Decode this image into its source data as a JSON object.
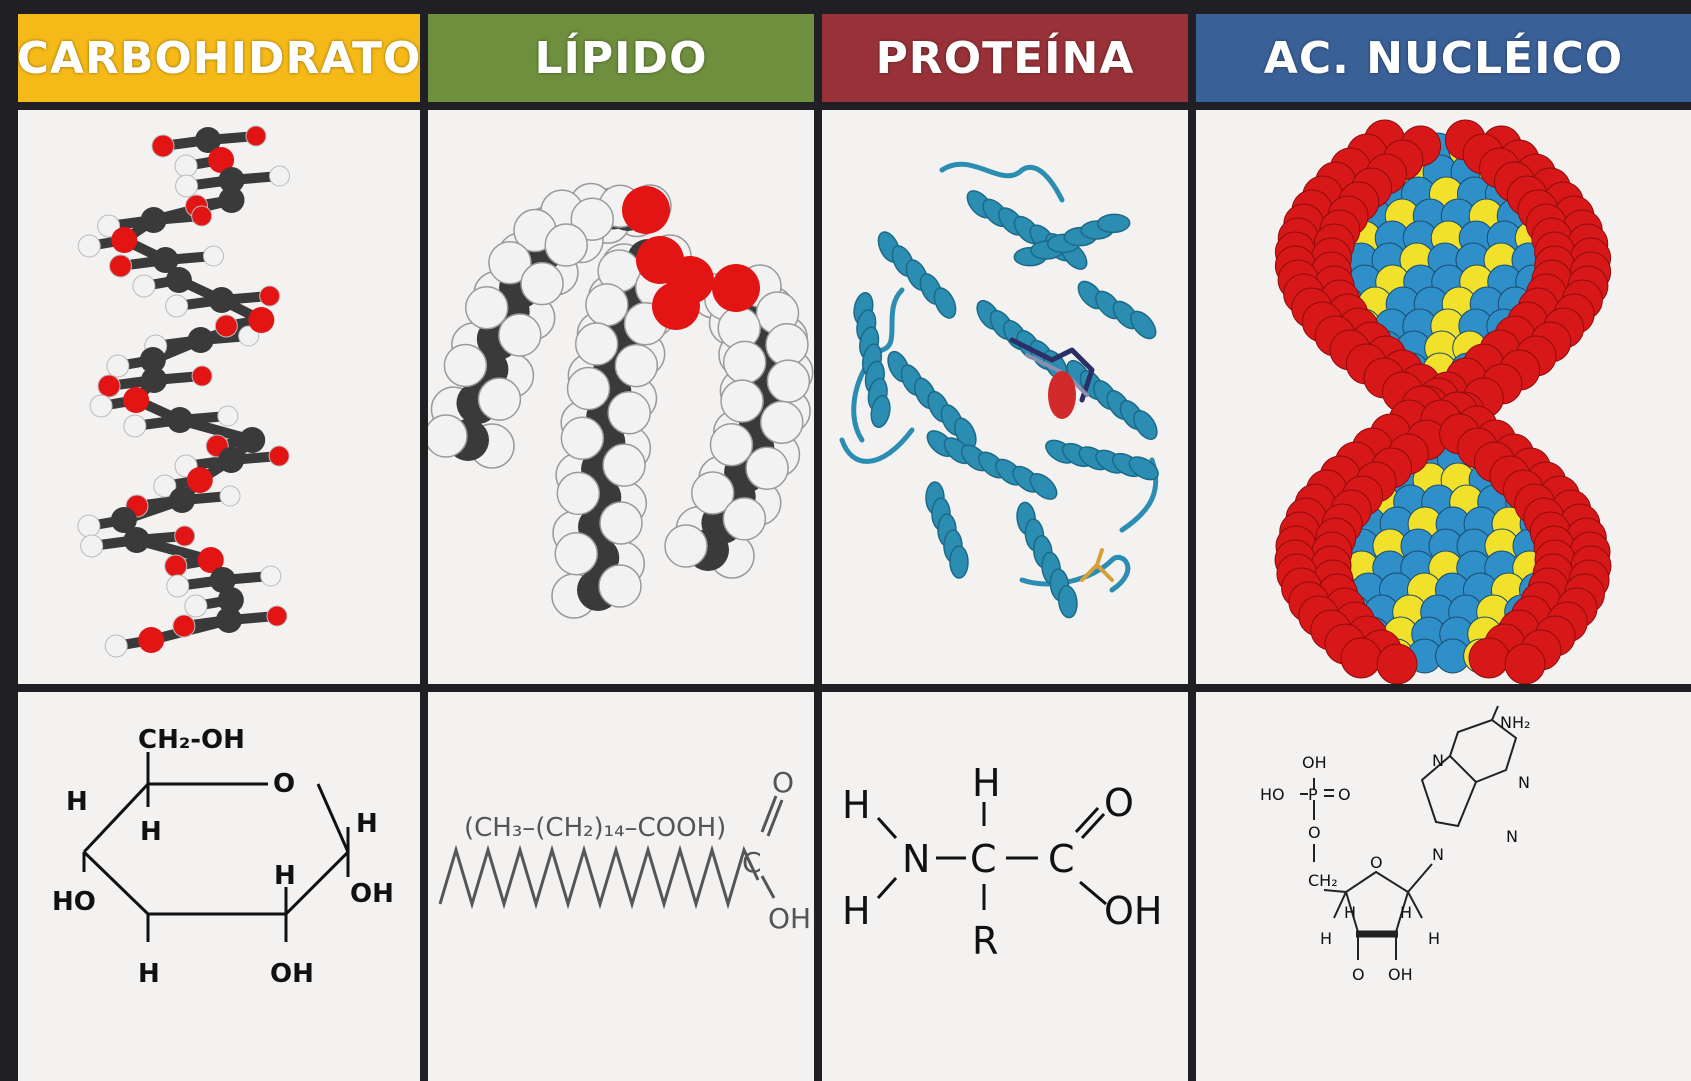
{
  "columns": [
    {
      "id": "carbohidrato",
      "header": "CARBOHIDRATO",
      "color": "#F5BA17"
    },
    {
      "id": "lipido",
      "header": "LÍPIDO",
      "color": "#6E8F3D"
    },
    {
      "id": "proteina",
      "header": "PROTEÍNA",
      "color": "#983238"
    },
    {
      "id": "acido-nucleico",
      "header": "AC. NUCLÉICO",
      "color": "#3A6098"
    }
  ],
  "colors": {
    "grid_line": "#1f1f24",
    "cell_background": "#f4f1f1",
    "carbon": "#3a3a3a",
    "oxygen": "#e31414",
    "hydrogen": "#f2f2f2",
    "ribbon": "#2a8db1",
    "dna_backbone": "#d81818",
    "dna_base_blue": "#2f8fc8",
    "dna_base_yellow": "#f1e12a"
  },
  "formulas": {
    "carbohidrato": {
      "ch2oh": "CH₂-OH",
      "ring_o": "O",
      "h_left": "H",
      "h_c4": "H",
      "h_right": "H",
      "h_c2": "H",
      "ho": "HO",
      "oh_right": "OH",
      "h_bottom": "H",
      "oh_bottom": "OH"
    },
    "lipido": {
      "condensed": "(CH₃–(CH₂)₁₄–COOH)",
      "carbon": "C",
      "oxygen": "O",
      "hydroxyl": "OH"
    },
    "proteina": {
      "h_top": "H",
      "h_amine_1": "H",
      "h_amine_2": "H",
      "n": "N",
      "c_alpha": "C",
      "c_carboxyl": "C",
      "o": "O",
      "oh": "OH",
      "r": "R"
    },
    "acido_nucleico": {
      "nh2": "NH₂",
      "oh_top": "OH",
      "ho_p": "HO",
      "p": "P",
      "eq_o": "O",
      "o_link": "O",
      "ch2": "CH₂",
      "ring_o": "O",
      "n_left": "N",
      "n_right": "N",
      "n_bottom": "N",
      "n_glyco": "N",
      "h1": "H",
      "h2": "H",
      "h3": "H",
      "h4": "H",
      "o_bottom": "O",
      "oh_bottom": "OH"
    }
  }
}
